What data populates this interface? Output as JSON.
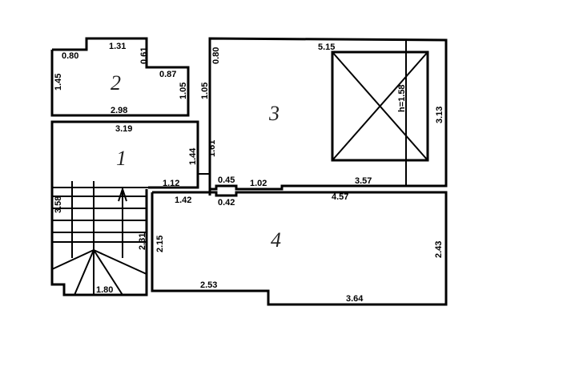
{
  "rooms": [
    {
      "number": "1",
      "dims": {
        "top": "3.19",
        "right": "1.44",
        "bottom": "1.12"
      }
    },
    {
      "number": "2",
      "dims": {
        "left_top": "0.80",
        "top": "1.31",
        "step": "0.61",
        "step_top": "0.87",
        "left": "1.45",
        "right": "1.05",
        "bottom": "2.98"
      }
    },
    {
      "number": "3",
      "dims": {
        "left_top": "0.80",
        "left": "1.05",
        "left_low": "1.61",
        "top": "5.15",
        "right": "3.13",
        "opening": "h=1.58",
        "bottom_a": "0.45",
        "bottom_b": "1.02",
        "bottom_c": "3.57"
      }
    },
    {
      "number": "4",
      "dims": {
        "top_left": "1.42",
        "top_step": "0.42",
        "top": "4.57",
        "left": "2.15",
        "right": "2.43",
        "bottom_left": "2.53",
        "bottom_right": "3.64"
      }
    }
  ],
  "stairs": {
    "left": "3.58",
    "right": "2.31",
    "bottom": "1.80"
  },
  "colors": {
    "line": "#000000",
    "background": "#ffffff"
  }
}
